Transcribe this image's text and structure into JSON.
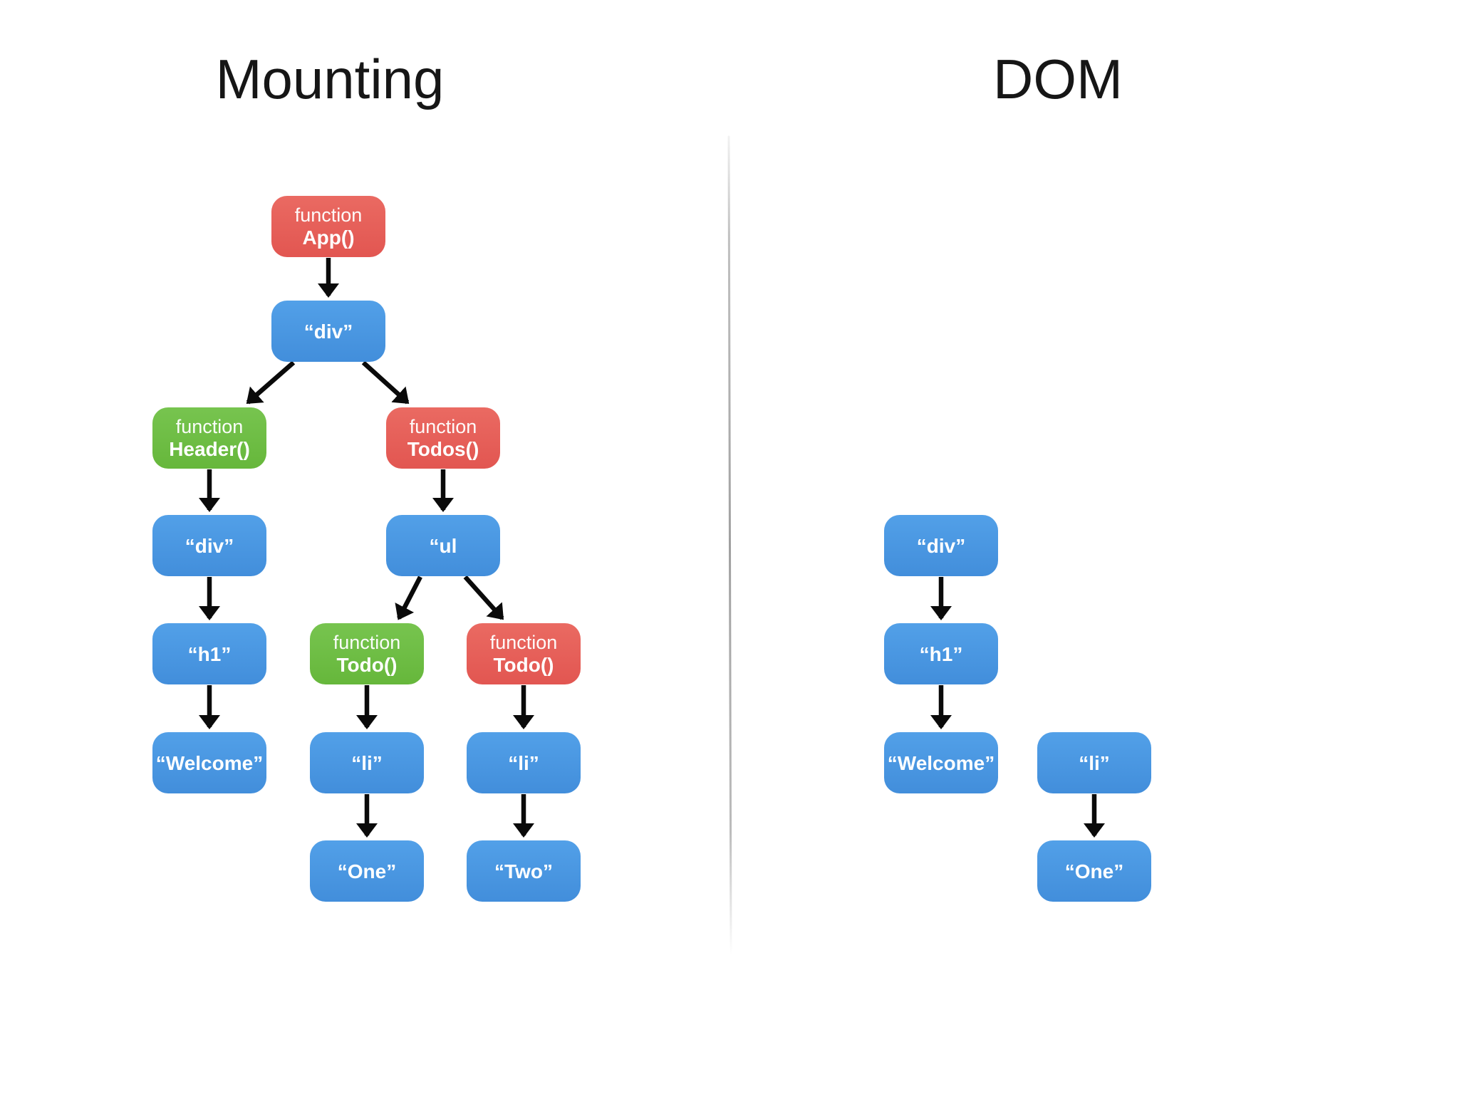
{
  "titles": {
    "left": "Mounting",
    "right": "DOM"
  },
  "colors": {
    "arrow": "#0a0a0a",
    "divider": "#8f8f8f",
    "node_text": "#ffffff",
    "blue": {
      "top": "#52a0e8",
      "bottom": "#428edb"
    },
    "green": {
      "top": "#77c44f",
      "bottom": "#66b73b"
    },
    "red": {
      "top": "#ea6a62",
      "bottom": "#e25651"
    }
  },
  "nodes": [
    {
      "id": "app",
      "kind": "red",
      "line1": "function",
      "label": "App()",
      "col": "B",
      "row": 1
    },
    {
      "id": "div1",
      "kind": "blue",
      "label": "“div”",
      "col": "B",
      "row": 2
    },
    {
      "id": "header",
      "kind": "green",
      "line1": "function",
      "label": "Header()",
      "col": "A",
      "row": 3
    },
    {
      "id": "todos",
      "kind": "red",
      "line1": "function",
      "label": "Todos()",
      "col": "D",
      "row": 3
    },
    {
      "id": "div2",
      "kind": "blue",
      "label": "“div”",
      "col": "A",
      "row": 4
    },
    {
      "id": "ul",
      "kind": "blue",
      "label": "“ul",
      "col": "D",
      "row": 4
    },
    {
      "id": "h1",
      "kind": "blue",
      "label": "“h1”",
      "col": "A",
      "row": 5
    },
    {
      "id": "todo1",
      "kind": "green",
      "line1": "function",
      "label": "Todo()",
      "col": "C",
      "row": 5
    },
    {
      "id": "todo2",
      "kind": "red",
      "line1": "function",
      "label": "Todo()",
      "col": "E",
      "row": 5
    },
    {
      "id": "welcome",
      "kind": "blue",
      "label": "“Welcome”",
      "col": "A",
      "row": 6
    },
    {
      "id": "li1",
      "kind": "blue",
      "label": "“li”",
      "col": "C",
      "row": 6
    },
    {
      "id": "li2",
      "kind": "blue",
      "label": "“li”",
      "col": "E",
      "row": 6
    },
    {
      "id": "one",
      "kind": "blue",
      "label": "“One”",
      "col": "C",
      "row": 7
    },
    {
      "id": "two",
      "kind": "blue",
      "label": "“Two”",
      "col": "E",
      "row": 7
    },
    {
      "id": "dom-div",
      "kind": "blue",
      "label": "“div”",
      "col": "F",
      "row": 4
    },
    {
      "id": "dom-h1",
      "kind": "blue",
      "label": "“h1”",
      "col": "F",
      "row": 5
    },
    {
      "id": "dom-welcome",
      "kind": "blue",
      "label": "“Welcome”",
      "col": "F",
      "row": 6
    },
    {
      "id": "dom-li",
      "kind": "blue",
      "label": "“li”",
      "col": "G",
      "row": 6
    },
    {
      "id": "dom-one",
      "kind": "blue",
      "label": "“One”",
      "col": "G",
      "row": 7
    }
  ],
  "edges": [
    {
      "from": "app",
      "to": "div1",
      "type": "v"
    },
    {
      "from": "div1",
      "to": "header",
      "type": "d"
    },
    {
      "from": "div1",
      "to": "todos",
      "type": "d"
    },
    {
      "from": "header",
      "to": "div2",
      "type": "v"
    },
    {
      "from": "div2",
      "to": "h1",
      "type": "v"
    },
    {
      "from": "h1",
      "to": "welcome",
      "type": "v"
    },
    {
      "from": "todos",
      "to": "ul",
      "type": "v"
    },
    {
      "from": "ul",
      "to": "todo1",
      "type": "d"
    },
    {
      "from": "ul",
      "to": "todo2",
      "type": "d"
    },
    {
      "from": "todo1",
      "to": "li1",
      "type": "v"
    },
    {
      "from": "li1",
      "to": "one",
      "type": "v"
    },
    {
      "from": "todo2",
      "to": "li2",
      "type": "v"
    },
    {
      "from": "li2",
      "to": "two",
      "type": "v"
    },
    {
      "from": "dom-div",
      "to": "dom-h1",
      "type": "v"
    },
    {
      "from": "dom-h1",
      "to": "dom-welcome",
      "type": "v"
    },
    {
      "from": "dom-li",
      "to": "dom-one",
      "type": "v"
    }
  ]
}
